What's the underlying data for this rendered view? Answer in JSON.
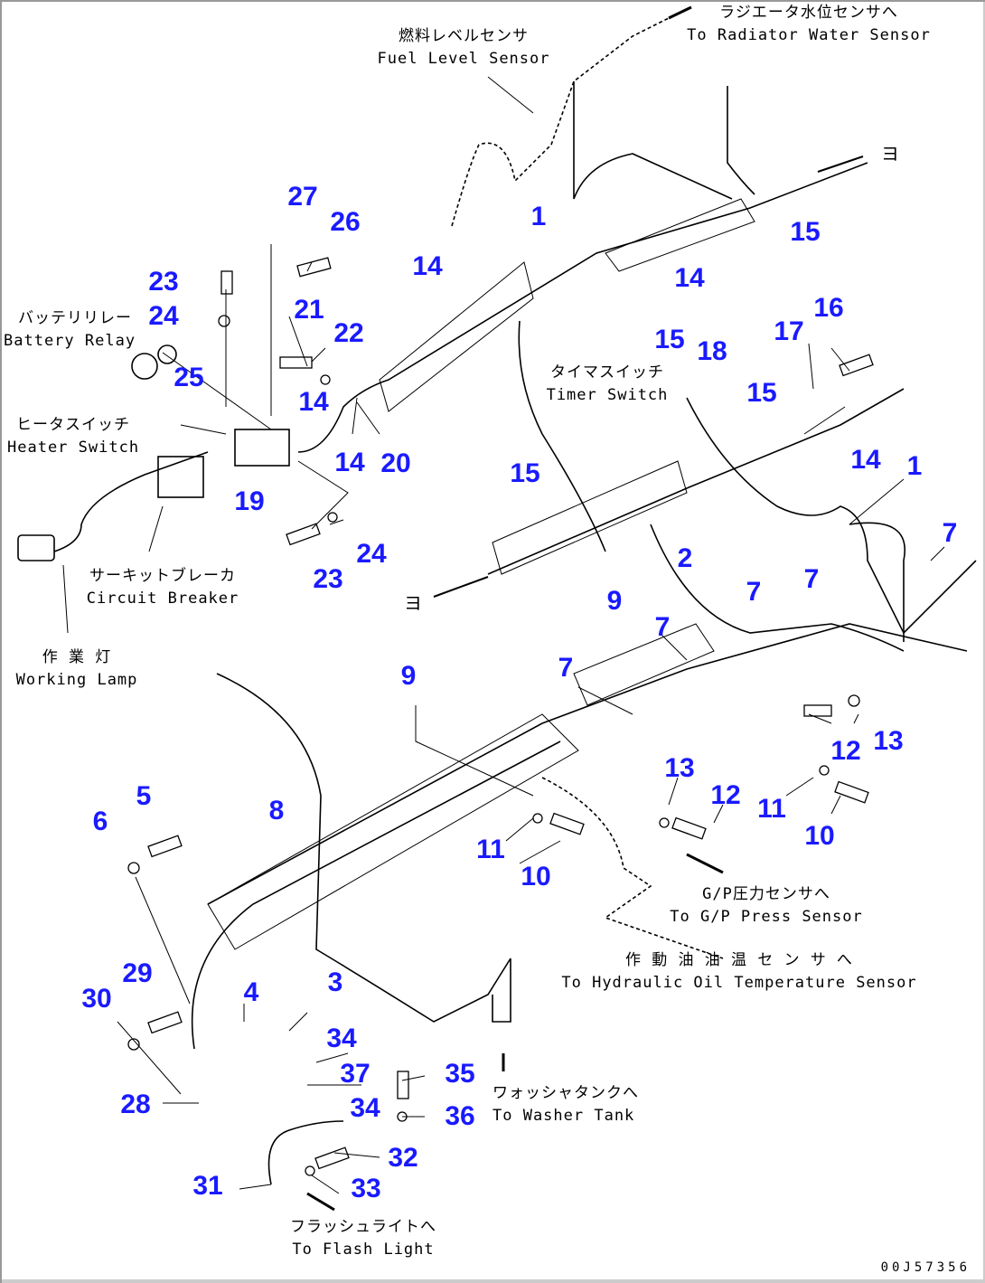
{
  "callouts": [
    {
      "n": "27"
    },
    {
      "n": "26"
    },
    {
      "n": "1"
    },
    {
      "n": "15"
    },
    {
      "n": "14"
    },
    {
      "n": "14"
    },
    {
      "n": "23"
    },
    {
      "n": "24"
    },
    {
      "n": "21"
    },
    {
      "n": "22"
    },
    {
      "n": "15"
    },
    {
      "n": "18"
    },
    {
      "n": "17"
    },
    {
      "n": "16"
    },
    {
      "n": "25"
    },
    {
      "n": "14"
    },
    {
      "n": "15"
    },
    {
      "n": "14"
    },
    {
      "n": "20"
    },
    {
      "n": "19"
    },
    {
      "n": "15"
    },
    {
      "n": "14"
    },
    {
      "n": "1"
    },
    {
      "n": "7"
    },
    {
      "n": "2"
    },
    {
      "n": "7"
    },
    {
      "n": "7"
    },
    {
      "n": "24"
    },
    {
      "n": "23"
    },
    {
      "n": "9"
    },
    {
      "n": "7"
    },
    {
      "n": "7"
    },
    {
      "n": "9"
    },
    {
      "n": "12"
    },
    {
      "n": "13"
    },
    {
      "n": "13"
    },
    {
      "n": "12"
    },
    {
      "n": "11"
    },
    {
      "n": "10"
    },
    {
      "n": "5"
    },
    {
      "n": "6"
    },
    {
      "n": "8"
    },
    {
      "n": "11"
    },
    {
      "n": "10"
    },
    {
      "n": "29"
    },
    {
      "n": "30"
    },
    {
      "n": "4"
    },
    {
      "n": "3"
    },
    {
      "n": "34"
    },
    {
      "n": "37"
    },
    {
      "n": "35"
    },
    {
      "n": "34"
    },
    {
      "n": "36"
    },
    {
      "n": "28"
    },
    {
      "n": "32"
    },
    {
      "n": "31"
    },
    {
      "n": "33"
    }
  ],
  "labels": {
    "radiator": {
      "ja": "ラジエータ水位センサへ",
      "en": "To Radiator Water Sensor"
    },
    "fuel": {
      "ja": "燃料レベルセンサ",
      "en": "Fuel Level Sensor"
    },
    "battery": {
      "ja": "バッテリリレー",
      "en": "Battery Relay"
    },
    "heater": {
      "ja": "ヒータスイッチ",
      "en": "Heater Switch"
    },
    "breaker": {
      "ja": "サーキットブレーカ",
      "en": "Circuit Breaker"
    },
    "lamp": {
      "ja": "作 業 灯",
      "en": "Working Lamp"
    },
    "timer": {
      "ja": "タイマスイッチ",
      "en": "Timer Switch"
    },
    "gp": {
      "ja": "G/P圧力センサへ",
      "en": "To G/P Press Sensor"
    },
    "hyd": {
      "ja": "作 動 油 油 温 セ ン サ へ",
      "en": "To Hydraulic Oil Temperature Sensor"
    },
    "washer": {
      "ja": "ワォッシャタンクへ",
      "en": "To Washer Tank"
    },
    "flash": {
      "ja": "フラッシュライトへ",
      "en": "To Flash Light"
    }
  },
  "arrow_marks": {
    "a1": "ヨ",
    "a2": "ヨ"
  },
  "drawing_code": "00J57356",
  "colors": {
    "callout": "#1a1aff",
    "line": "#000000"
  }
}
